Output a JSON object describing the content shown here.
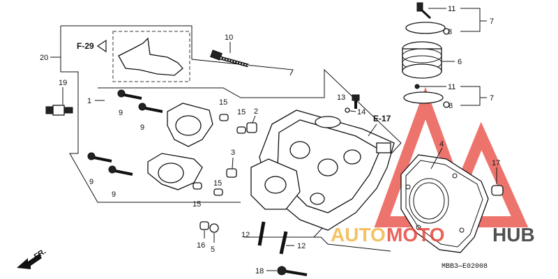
{
  "callouts": {
    "p11a": "11",
    "p7a": "7",
    "p8a": "8",
    "p6": "6",
    "p11b": "11",
    "p7b": "7",
    "p8b": "8",
    "p4": "4",
    "p17": "17",
    "p10": "10",
    "p20": "20",
    "p19": "19",
    "p1": "1",
    "p9a": "9",
    "p9b": "9",
    "p9c": "9",
    "p9d": "9",
    "p15a": "15",
    "p15b": "15",
    "p15c": "15",
    "p15d": "15",
    "p2": "2",
    "p3": "3",
    "p13": "13",
    "p14": "14",
    "p12a": "12",
    "p12b": "12",
    "p16": "16",
    "p5": "5",
    "p18": "18"
  },
  "refs": {
    "f29": "F-29",
    "e17": "E-17"
  },
  "direction": {
    "fr": "FR."
  },
  "diagram_code": "MBB3—E02008",
  "watermark": {
    "text_a": "AUTO",
    "text_b": "MOTO",
    "text_c": "HUB",
    "color_a": "#f3b23a",
    "color_b": "#e8463c",
    "color_c": "#333333"
  },
  "colors": {
    "triangle": "#e8463c"
  }
}
